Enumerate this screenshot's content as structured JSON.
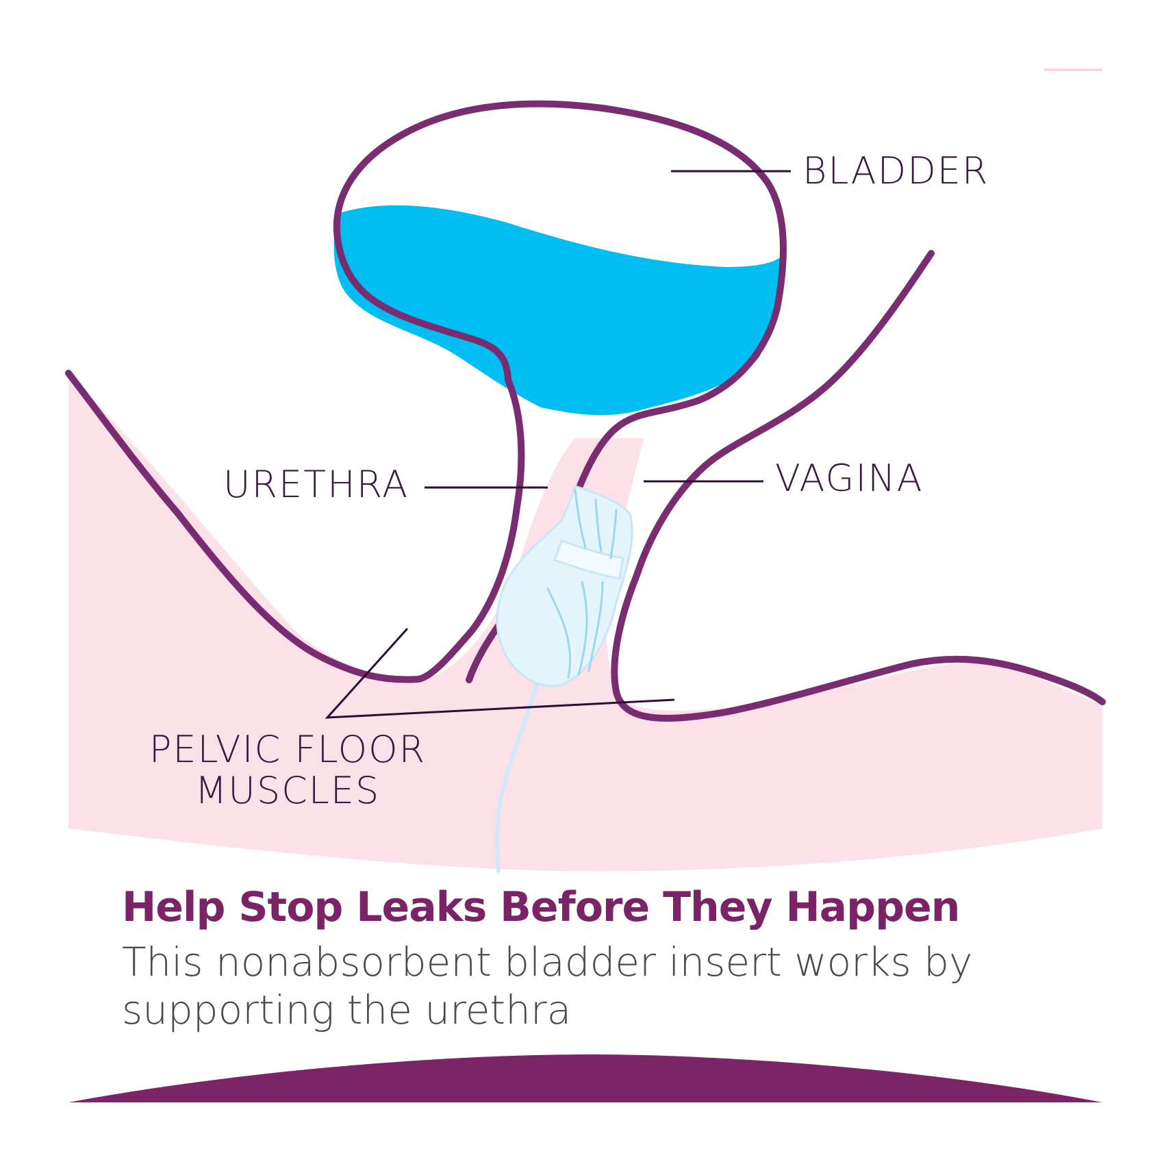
{
  "labels": {
    "bladder": "BLADDER",
    "urethra": "URETHRA",
    "vagina": "VAGINA",
    "pelvic_floor": [
      "PELVIC FLOOR",
      "MUSCLES"
    ]
  },
  "headline": "Help Stop Leaks Before They Happen",
  "description": "This nonabsorbent bladder insert works by supporting the urethra",
  "colors": {
    "outline": "#7a2c70",
    "tissue": "#fde1e8",
    "fluid": "#00bdf2",
    "insert": "#dff3fb",
    "headline": "#7a2467",
    "body_text": "#4a4a4a",
    "bottom_band": "#7b2468"
  }
}
